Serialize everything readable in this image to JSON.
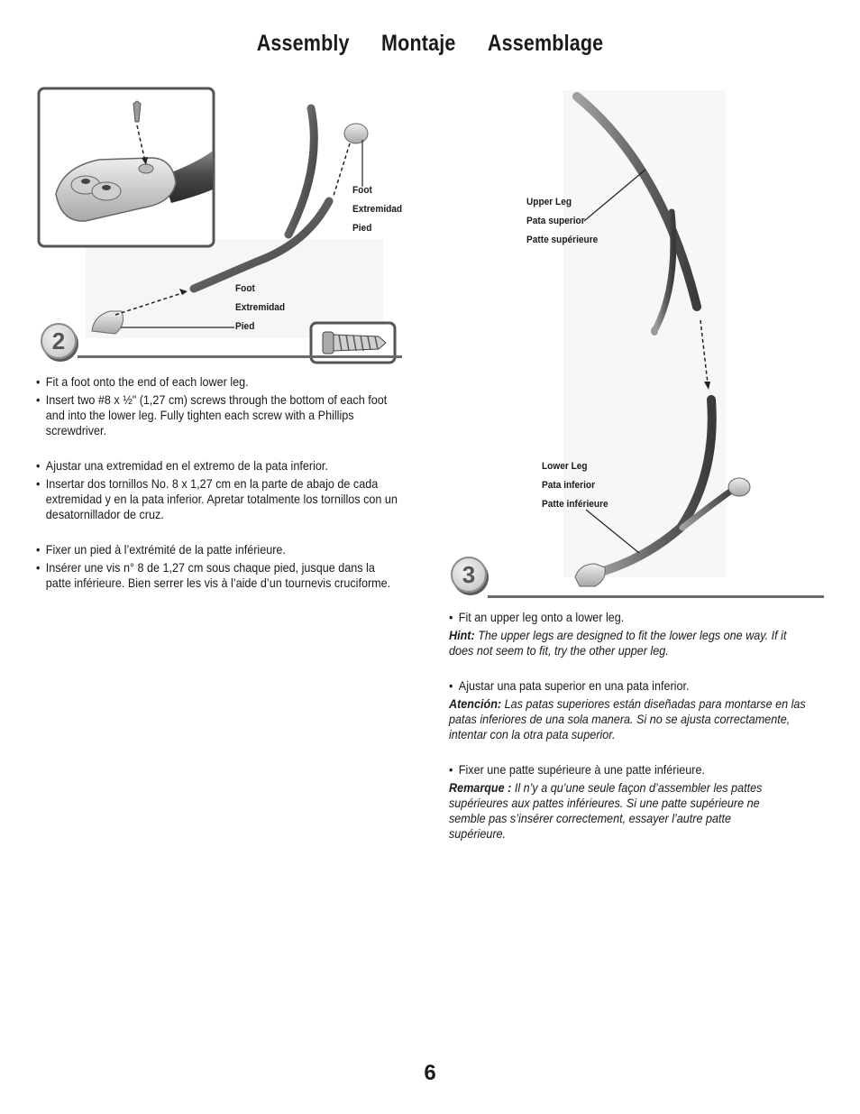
{
  "header": {
    "title_en": "Assembly",
    "title_es": "Montaje",
    "title_fr": "Assemblage"
  },
  "step2": {
    "number": "2",
    "foot_label_top": [
      "Foot",
      "Extremidad",
      "Pied"
    ],
    "foot_label_bottom": [
      "Foot",
      "Extremidad",
      "Pied"
    ],
    "en": [
      "Fit a foot onto the end of each lower leg.",
      "Insert two #8 x ½\" (1,27 cm) screws through the bottom of each foot and into the lower leg. Fully tighten each screw with a Phillips screwdriver."
    ],
    "es": [
      "Ajustar una extremidad en el extremo de la pata inferior.",
      "Insertar dos tornillos No. 8 x 1,27 cm en la parte de abajo de cada extremidad y en la pata inferior. Apretar totalmente los tornillos con un desatornillador de cruz."
    ],
    "fr": [
      "Fixer un pied à l’extrémité de la patte inférieure.",
      "Insérer une vis n° 8 de 1,27 cm sous chaque pied, jusque dans la patte inférieure. Bien serrer les vis à l’aide d’un tournevis cruciforme."
    ]
  },
  "step3": {
    "number": "3",
    "upper_leg_label": [
      "Upper Leg",
      "Pata superior",
      "Patte supérieure"
    ],
    "lower_leg_label": [
      "Lower Leg",
      "Pata inferior",
      "Patte inférieure"
    ],
    "en": {
      "bullet": "Fit an upper leg onto a lower leg.",
      "hint_label": "Hint:",
      "hint_text": " The upper legs are designed to fit the lower legs one way. If it does not seem to fit, try the other upper leg."
    },
    "es": {
      "bullet": "Ajustar una pata superior en una pata inferior.",
      "hint_label": "Atención:",
      "hint_text": " Las patas superiores están diseñadas para montarse en las patas inferiores de una sola manera. Si no se ajusta correctamente, intentar con la otra pata superior."
    },
    "fr": {
      "bullet": "Fixer une patte supérieure à une patte inférieure.",
      "hint_label": "Remarque :",
      "hint_text": " Il n’y a qu’une seule façon d’assembler les pattes supérieures aux pattes inférieures. Si une patte supérieure ne semble pas s’insérer correctement, essayer l’autre patte supérieure."
    }
  },
  "footer": {
    "page_number": "6"
  }
}
